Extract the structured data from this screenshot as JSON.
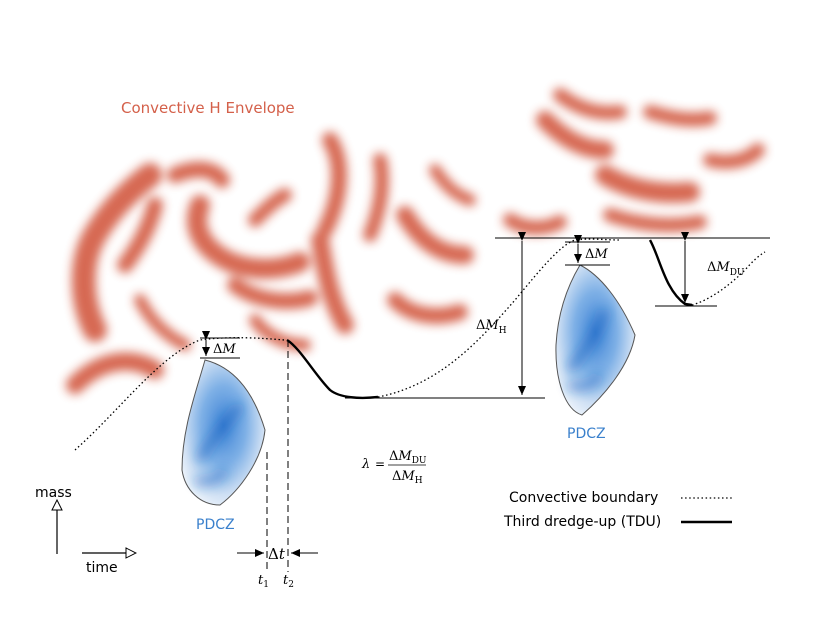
{
  "envelope": {
    "label": "Convective H Envelope",
    "color": "#d4604a"
  },
  "pdcz": {
    "label_1": "PDCZ",
    "label_2": "PDCZ",
    "color": "#3a80cc"
  },
  "annotations": {
    "delta": "Δ",
    "m": "M",
    "h": "H",
    "du": "DU",
    "t": "t",
    "t1_sub": "1",
    "t2_sub": "2",
    "lambda": "λ",
    "equals": "="
  },
  "legend": {
    "convective_boundary": "Convective boundary",
    "tdu": "Third dredge-up (TDU)"
  },
  "axes": {
    "mass": "mass",
    "time": "time"
  }
}
